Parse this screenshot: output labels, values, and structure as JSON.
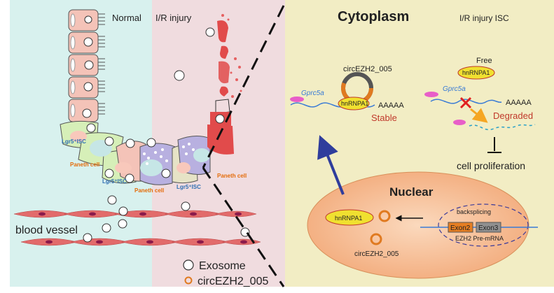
{
  "left_panel": {
    "label_normal": "Normal",
    "label_ir_injury": "I/R injury",
    "lgr5_isc": "Lgr5⁺ISC",
    "paneth_cell": "Paneth cell",
    "blood_vessel": "blood vessel"
  },
  "legend": {
    "exosome": "Exosome",
    "circ": "circEZH2_005"
  },
  "right_panel": {
    "cytoplasm": "Cytoplasm",
    "ir_injury_isc": "I/R injury ISC",
    "circ_label": "circEZH2_005",
    "gprc5a": "Gprc5a",
    "polyA": "AAAAA",
    "hnrnpa1": "hnRNPA1",
    "stable": "Stable",
    "free": "Free",
    "degraded": "Degraded",
    "cell_proliferation": "cell proliferation",
    "nuclear": "Nuclear",
    "backsplicing": "backsplicing",
    "exon2": "Exon2",
    "exon3": "Exon3",
    "ezh2_pre_mrna": "EZH2 Pre-mRNA",
    "circ_nuclear": "circEZH2_005"
  },
  "colors": {
    "normal_bg": "#d8f1ee",
    "injury_bg": "#f0dcdf",
    "right_bg": "#f2edc4",
    "lgr5_text": "#2f6fb3",
    "paneth_text": "#e46c0a",
    "stable_text": "#c0392b",
    "arrow_blue": "#2f3d9c",
    "hnrnpa1_fill": "#f0e030",
    "nucleus_fill": "#f3b88c"
  }
}
